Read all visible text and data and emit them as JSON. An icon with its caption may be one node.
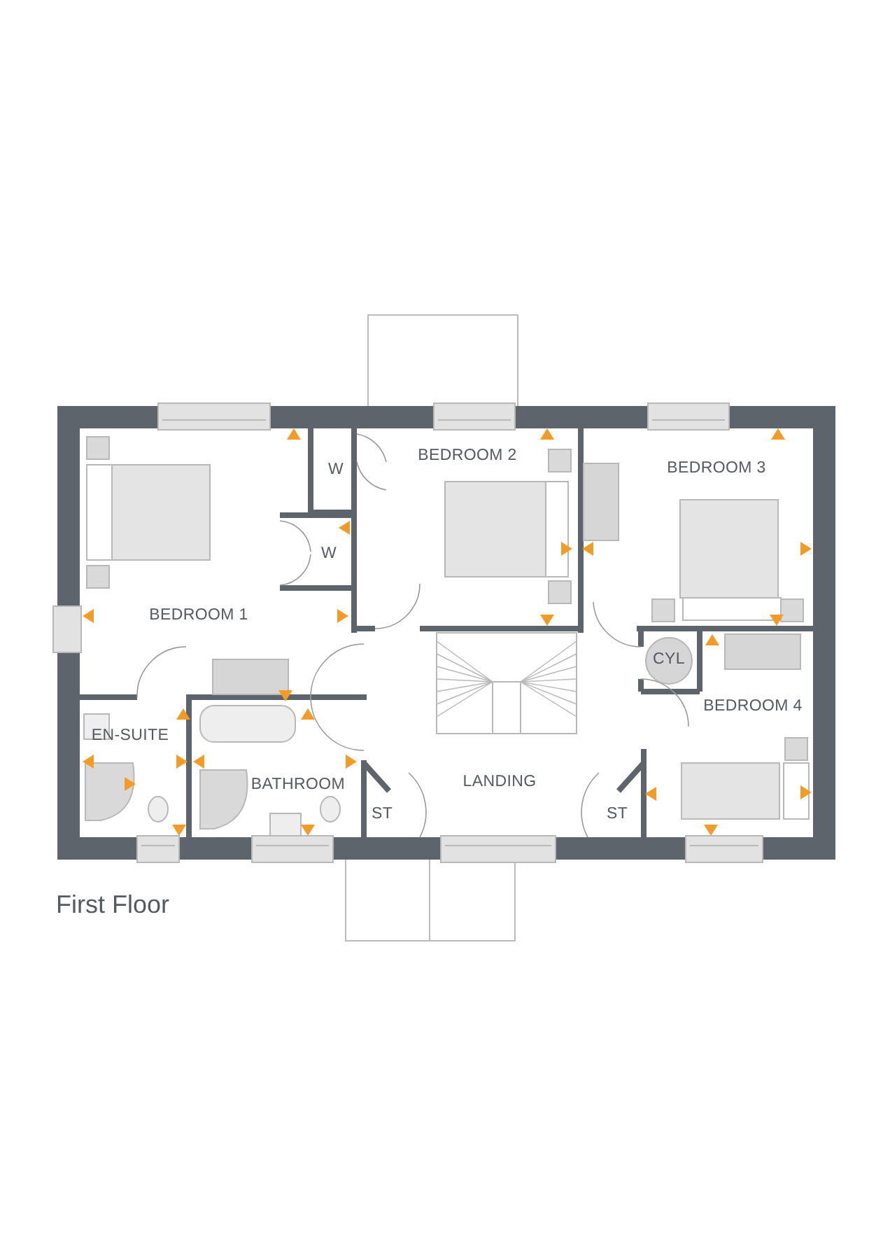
{
  "diagram": {
    "title": "First Floor",
    "nodes": [
      {
        "text": [
          "BEDROOM 2"
        ]
      },
      {
        "text": [
          "BEDROOM 3"
        ]
      },
      {
        "text": [
          "W"
        ]
      },
      {
        "text": [
          "W"
        ]
      },
      {
        "text": [
          "BEDROOM 1"
        ]
      },
      {
        "text": [
          "CYL"
        ]
      },
      {
        "text": [
          "BEDROOM 4"
        ]
      },
      {
        "text": [
          "EN-SUITE"
        ]
      },
      {
        "text": [
          "LANDING"
        ]
      },
      {
        "text": [
          "BATHROOM"
        ]
      },
      {
        "text": [
          "ST"
        ]
      },
      {
        "text": [
          "ST"
        ]
      }
    ]
  }
}
